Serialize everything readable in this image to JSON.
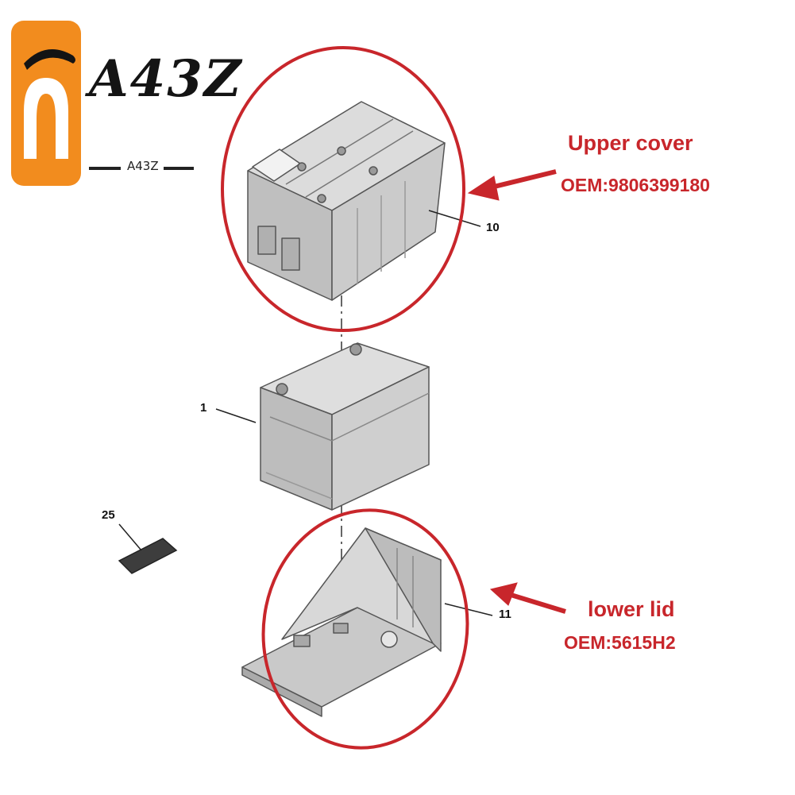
{
  "brand": {
    "mark": "A43Z",
    "subtitle": "A43Z",
    "colors": {
      "logo_bg": "#f28c1e",
      "logo_fg": "#ffffff",
      "ink": "#141414"
    }
  },
  "callouts": {
    "upper": {
      "title": "Upper cover",
      "oem": "OEM:9806399180"
    },
    "lower": {
      "title": "lower lid",
      "oem": "OEM:5615H2"
    },
    "color": "#c8262b"
  },
  "parts": {
    "upper_cover": {
      "number": "10"
    },
    "battery": {
      "number": "1"
    },
    "pad": {
      "number": "25"
    },
    "tray": {
      "number": "11"
    }
  }
}
